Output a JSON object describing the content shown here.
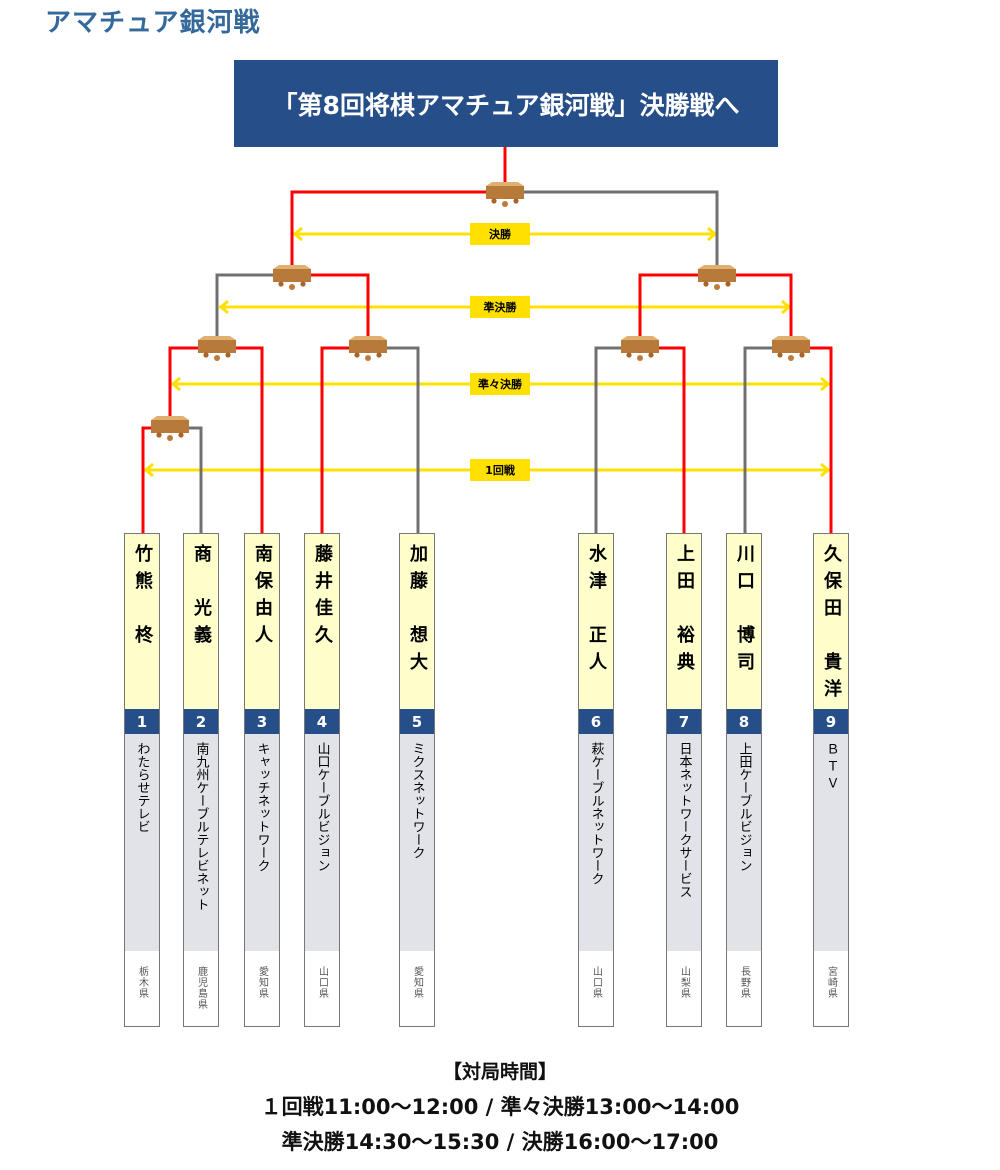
{
  "site_title": "アマチュア銀河戦",
  "banner": "「第8回将棋アマチュア銀河戦」決勝戦へ",
  "rounds": {
    "final": "決勝",
    "semi": "準決勝",
    "quarter": "準々決勝",
    "first": "1回戦"
  },
  "players": [
    {
      "num": "1",
      "name": "竹熊　柊",
      "affiliation": "わたらせテレビ",
      "prefecture": "栃木県"
    },
    {
      "num": "2",
      "name": "商　光義",
      "affiliation": "南九州ケーブルテレビネット",
      "prefecture": "鹿児島県"
    },
    {
      "num": "3",
      "name": "南保由人",
      "affiliation": "キャッチネットワーク",
      "prefecture": "愛知県"
    },
    {
      "num": "4",
      "name": "藤井佳久",
      "affiliation": "山口ケーブルビジョン",
      "prefecture": "山口県"
    },
    {
      "num": "5",
      "name": "加藤　想大",
      "affiliation": "ミクスネットワーク",
      "prefecture": "愛知県"
    },
    {
      "num": "6",
      "name": "水津　正人",
      "affiliation": "萩ケーブルネットワーク",
      "prefecture": "山口県"
    },
    {
      "num": "7",
      "name": "上田　裕典",
      "affiliation": "日本ネットワークサービス",
      "prefecture": "山梨県"
    },
    {
      "num": "8",
      "name": "川口　博司",
      "affiliation": "上田ケーブルビジョン",
      "prefecture": "長野県"
    },
    {
      "num": "9",
      "name": "久保田　貴洋",
      "affiliation": "Ｂ Ｔ Ｖ",
      "prefecture": "宮崎県"
    }
  ],
  "schedule": {
    "heading": "【対局時間】",
    "line1": "１回戦11:00～12:00 / 準々決勝13:00～14:00",
    "line2": "準決勝14:30～15:30 /  決勝16:00～17:00"
  },
  "colors": {
    "winner_line": "#ff0000",
    "loser_line": "#707070",
    "arrow": "#ffe000",
    "navy": "#264f8a"
  }
}
